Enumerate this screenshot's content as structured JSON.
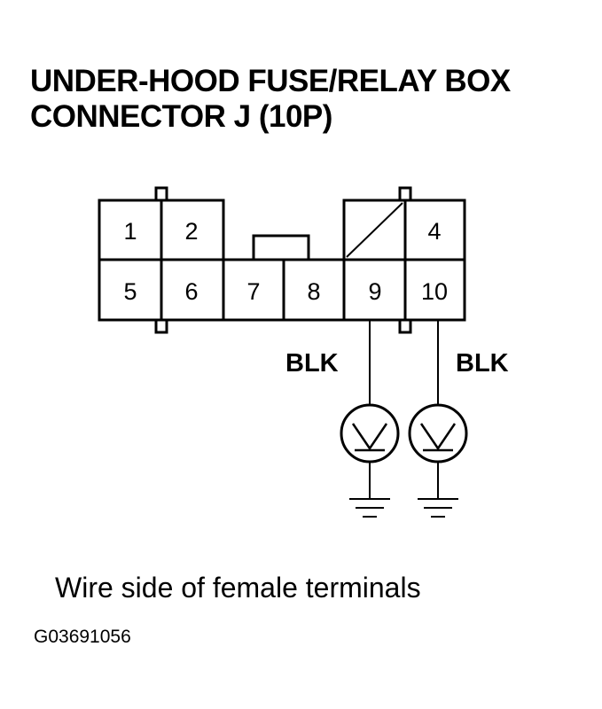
{
  "title": {
    "line1": "UNDER-HOOD FUSE/RELAY BOX",
    "line2": "CONNECTOR J (10P)"
  },
  "connector": {
    "terminals": [
      {
        "number": "1",
        "slot": "a"
      },
      {
        "number": "2",
        "slot": "b"
      },
      {
        "number": "4",
        "slot": "d"
      },
      {
        "number": "5",
        "slot": "e"
      },
      {
        "number": "6",
        "slot": "f"
      },
      {
        "number": "7",
        "slot": "g"
      },
      {
        "number": "8",
        "slot": "h"
      },
      {
        "number": "9",
        "slot": "i"
      },
      {
        "number": "10",
        "slot": "j"
      }
    ],
    "unused_cavity": "3"
  },
  "wires": [
    {
      "terminal": "9",
      "color_label": "BLK"
    },
    {
      "terminal": "10",
      "color_label": "BLK"
    }
  ],
  "caption": "Wire side of female terminals",
  "figure_code": "G03691056"
}
